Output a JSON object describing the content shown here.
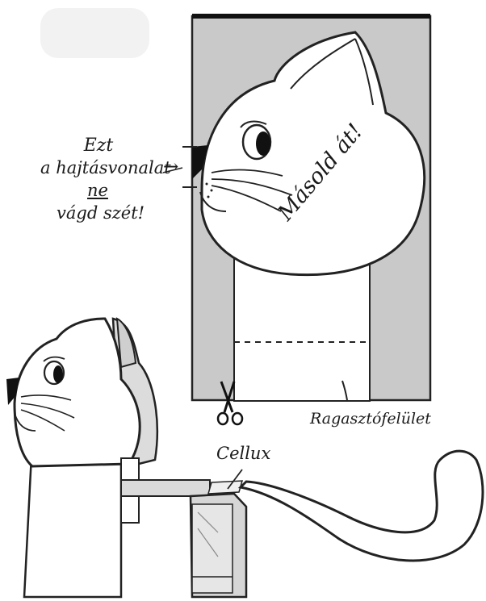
{
  "labels": {
    "fold_note": {
      "line1": "Ezt",
      "line2": "a hajtásvonalat",
      "arrow": "→",
      "line3": "ne",
      "line4": "vágd szét!"
    },
    "copy_it": "Másold át!",
    "glue_surface": "Ragasztófelület",
    "tape": "Cellux"
  },
  "icons": {
    "scissors": "scissors-icon"
  }
}
